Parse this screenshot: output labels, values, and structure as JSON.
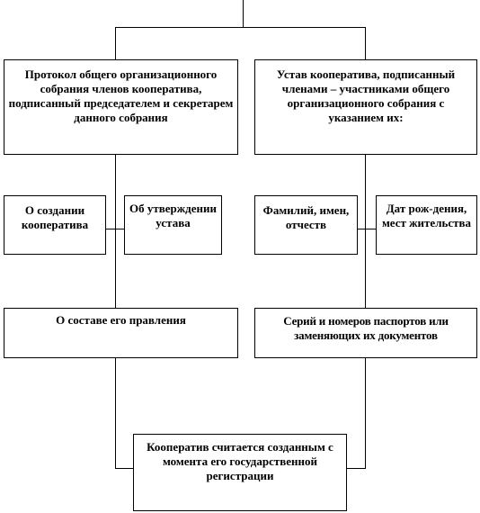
{
  "diagram": {
    "protocol_box": "Протокол общего организационного собрания членов кооператива, подписанный председателем и секретарем данного собрания",
    "charter_box": "Устав кооператива, подписанный членами – участниками общего организационного собрания с указанием их:",
    "creation_box": "О создании кооператива",
    "approval_box": "Об утверждении устава",
    "board_box": "О составе его правления",
    "names_box": "Фамилий, имен, отчеств",
    "birth_box": "Дат рож-дения, мест жительства",
    "passports_box": "Серий и номеров паспортов или заменяющих их документов",
    "result_box": "Кооператив считается созданным с момента его государственной регистрации"
  }
}
